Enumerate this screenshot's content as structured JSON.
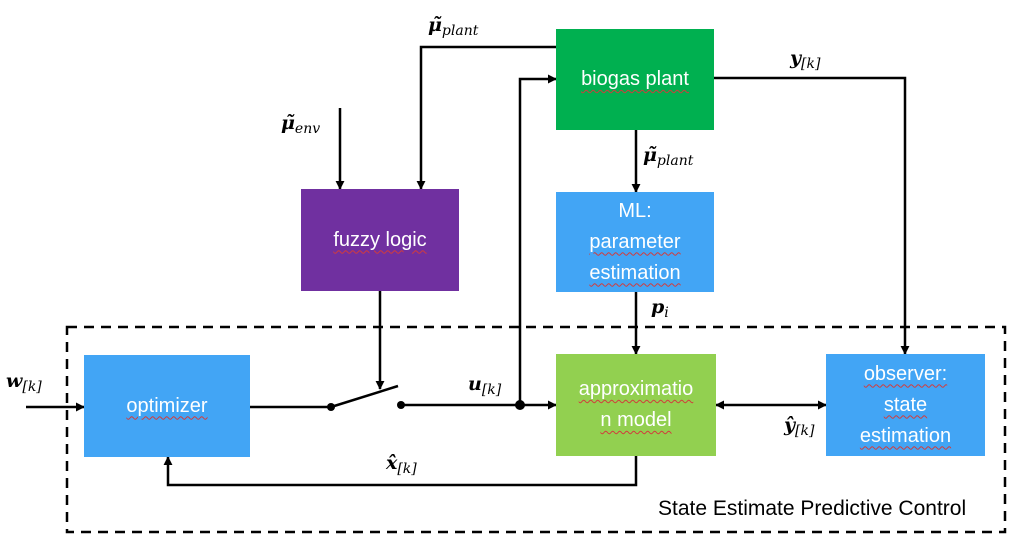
{
  "blocks": {
    "biogas_plant": "biogas plant",
    "fuzzy_logic": "fuzzy logic",
    "ml_lines": [
      "ML:",
      "parameter",
      "estimation"
    ],
    "optimizer": "optimizer",
    "approx_lines": [
      "approximatio",
      "n model"
    ],
    "observer_lines": [
      "observer:",
      "state",
      "estimation"
    ]
  },
  "signals": {
    "mu_plant_top": {
      "sym": "μ̃",
      "sub": "plant"
    },
    "mu_env": {
      "sym": "μ̃",
      "sub": "env"
    },
    "y_k": {
      "sym": "y",
      "sub": "[k]"
    },
    "mu_plant_ml": {
      "sym": "μ̃",
      "sub": "plant"
    },
    "p_i": {
      "sym": "p",
      "sub": "i"
    },
    "w_k": {
      "sym": "w",
      "sub": "[k]"
    },
    "u_k": {
      "sym": "u",
      "sub": "[k]"
    },
    "x_hat_k": {
      "sym": "x̂",
      "sub": "[k]"
    },
    "y_hat_k": {
      "sym": "ŷ",
      "sub": "[k]"
    }
  },
  "region_label": "State Estimate Predictive Control",
  "colors": {
    "plant_green": "#00b050",
    "fuzzy_purple": "#7030a0",
    "blue": "#42a5f5",
    "approx_green": "#92d050"
  }
}
